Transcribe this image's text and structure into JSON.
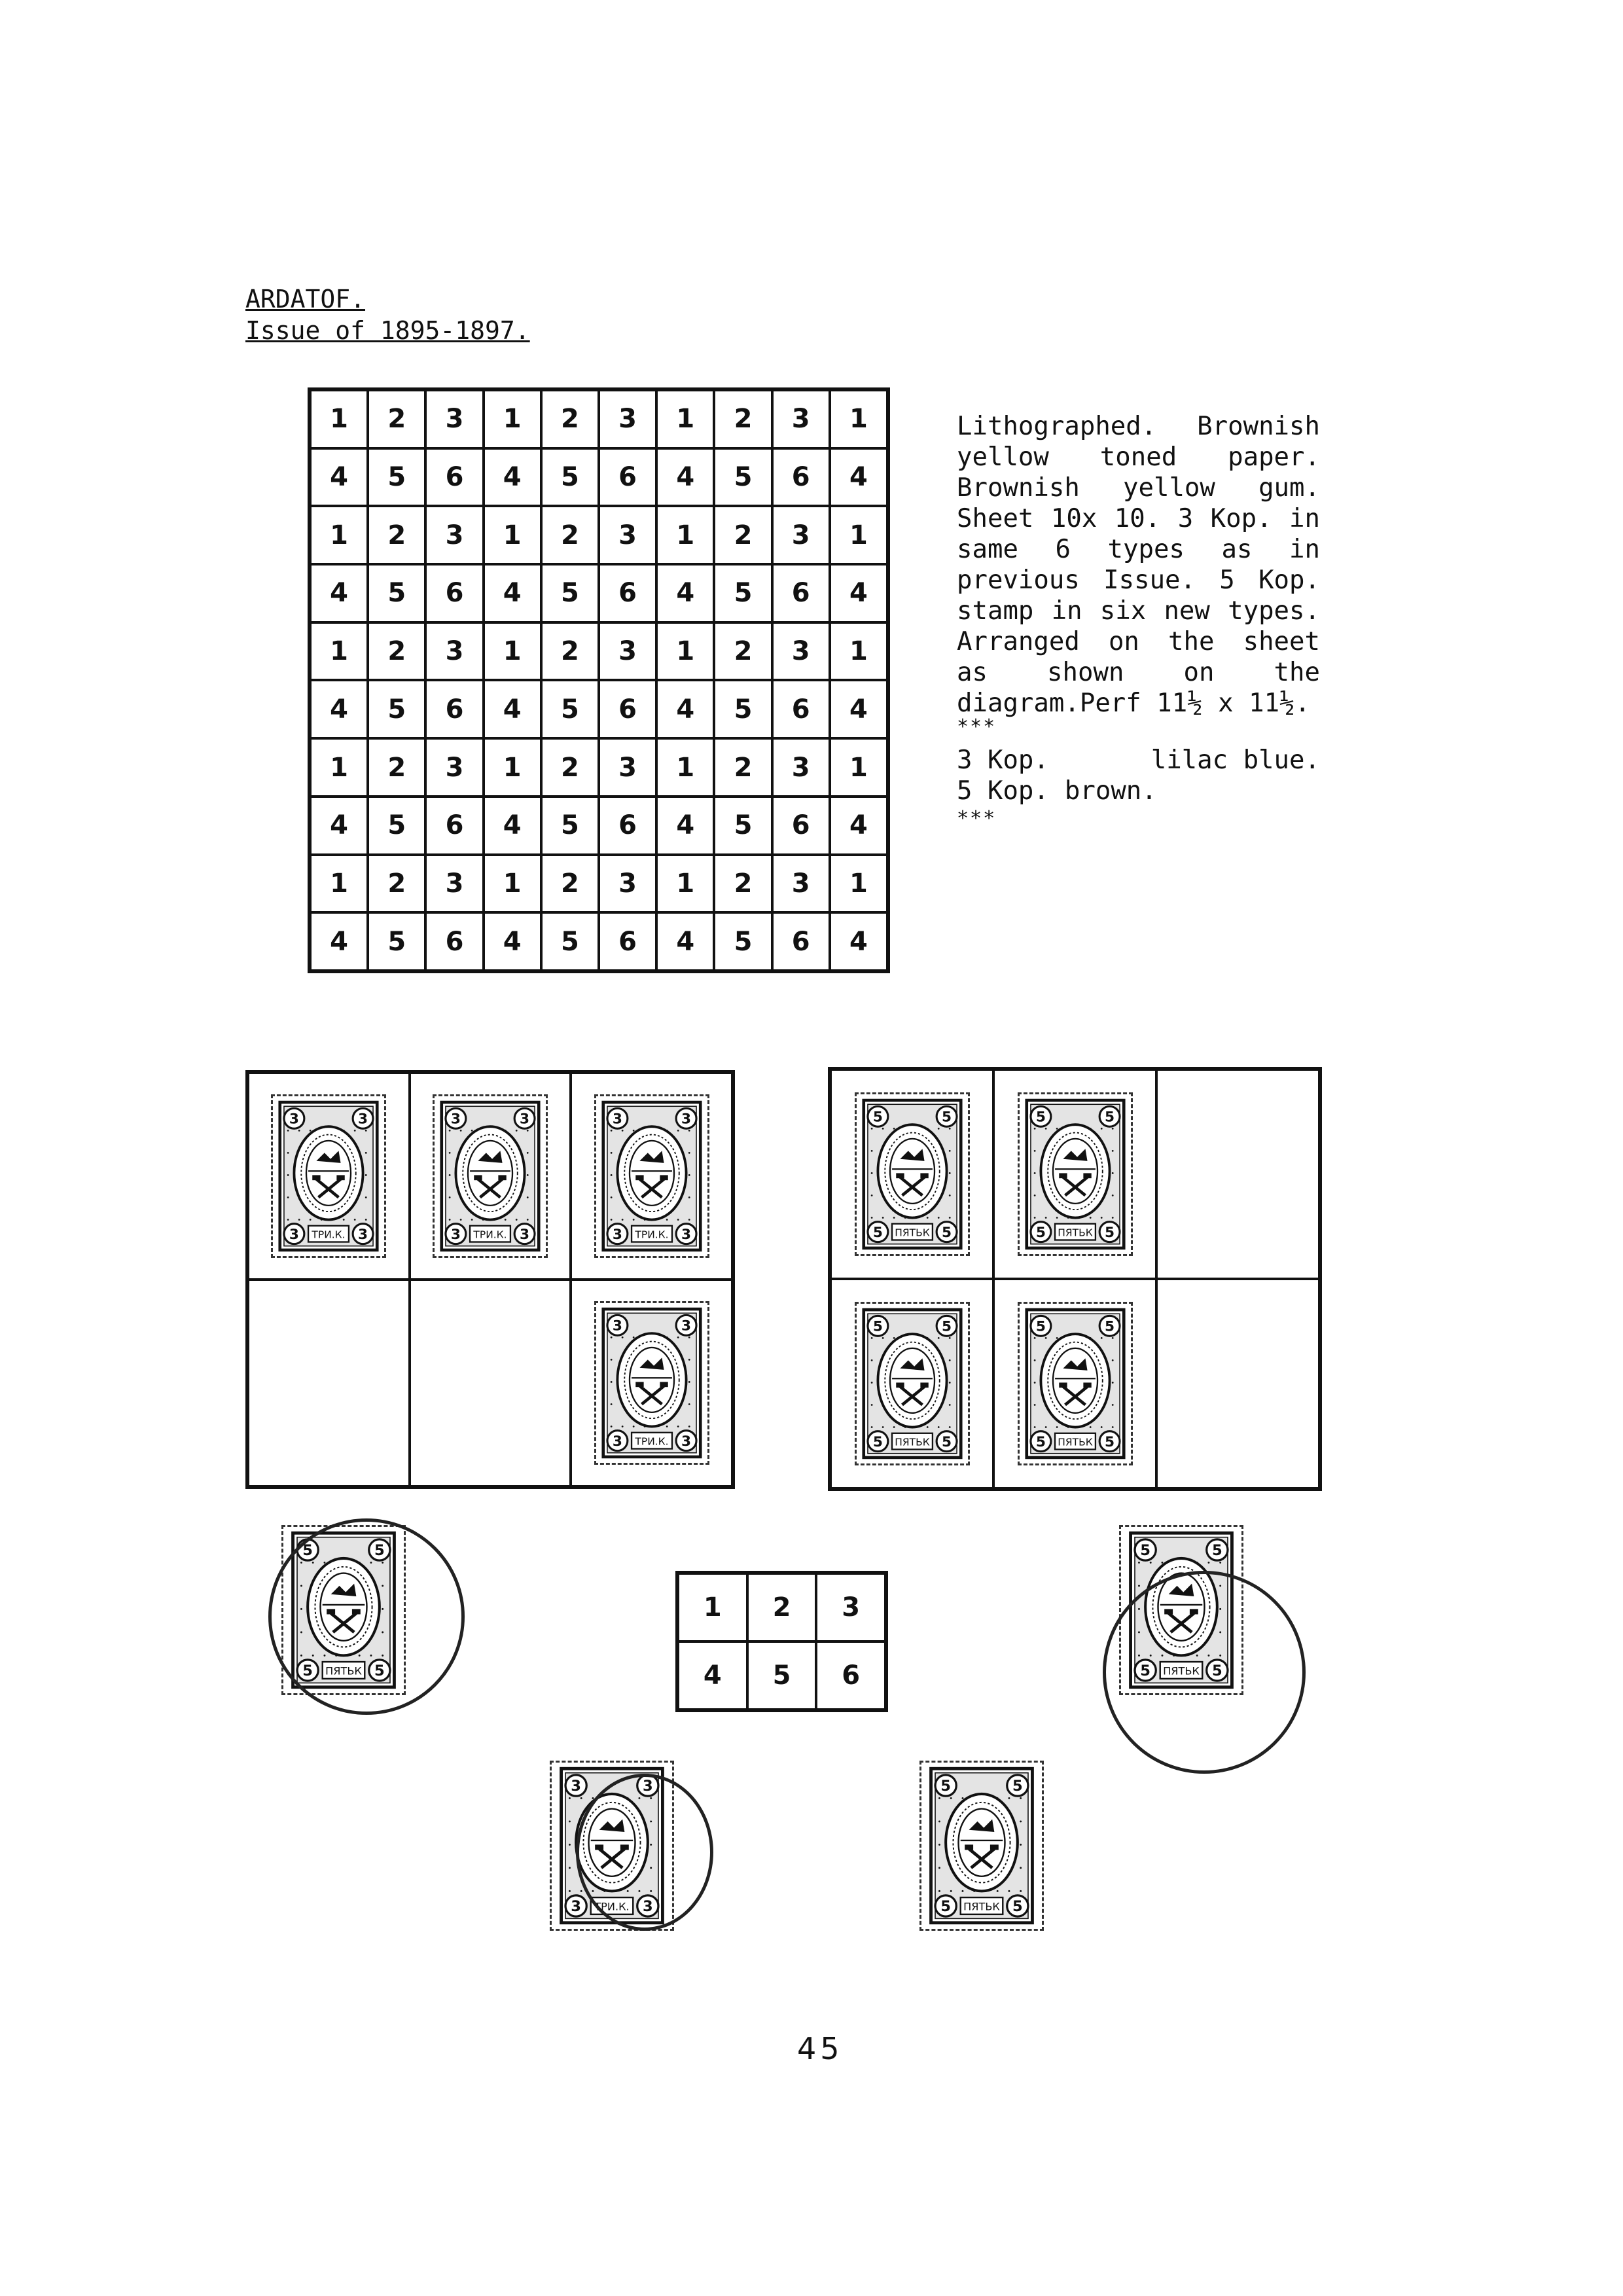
{
  "title": "ARDATOF.",
  "subtitle": "Issue of 1895-1897.",
  "sheet_grid": [
    [
      "1",
      "2",
      "3",
      "1",
      "2",
      "3",
      "1",
      "2",
      "3",
      "1"
    ],
    [
      "4",
      "5",
      "6",
      "4",
      "5",
      "6",
      "4",
      "5",
      "6",
      "4"
    ],
    [
      "1",
      "2",
      "3",
      "1",
      "2",
      "3",
      "1",
      "2",
      "3",
      "1"
    ],
    [
      "4",
      "5",
      "6",
      "4",
      "5",
      "6",
      "4",
      "5",
      "6",
      "4"
    ],
    [
      "1",
      "2",
      "3",
      "1",
      "2",
      "3",
      "1",
      "2",
      "3",
      "1"
    ],
    [
      "4",
      "5",
      "6",
      "4",
      "5",
      "6",
      "4",
      "5",
      "6",
      "4"
    ],
    [
      "1",
      "2",
      "3",
      "1",
      "2",
      "3",
      "1",
      "2",
      "3",
      "1"
    ],
    [
      "4",
      "5",
      "6",
      "4",
      "5",
      "6",
      "4",
      "5",
      "6",
      "4"
    ],
    [
      "1",
      "2",
      "3",
      "1",
      "2",
      "3",
      "1",
      "2",
      "3",
      "1"
    ],
    [
      "4",
      "5",
      "6",
      "4",
      "5",
      "6",
      "4",
      "5",
      "6",
      "4"
    ]
  ],
  "description": "Lithographed. Brownish yellow toned paper. Brownish yellow gum. Sheet 10x 10. 3 Kop. in same 6 types as in previous Issue. 5 Kop. stamp in six new types. Arranged on the sheet as shown on the diagram.Perf 11½ x 11½.",
  "separator": "***",
  "colors": [
    {
      "value": "3 Kop.",
      "color": "lilac blue."
    },
    {
      "value": "5 Kop.",
      "color": "brown."
    }
  ],
  "stamp_3k": {
    "numeral": "3",
    "label": "ТРИ.К."
  },
  "stamp_5k": {
    "numeral": "5",
    "label": "ПЯТЬК"
  },
  "types_key": [
    "1",
    "2",
    "3",
    "4",
    "5",
    "6"
  ],
  "page_number": "45",
  "ink_color": "#111111"
}
